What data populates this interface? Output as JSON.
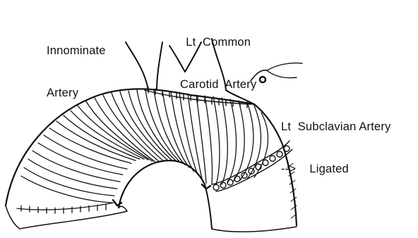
{
  "labels": {
    "innominate": [
      "Innominate",
      "Artery"
    ],
    "common_carotid": [
      "Lt  Common",
      "Carotid  Artery"
    ],
    "subclavian": [
      "Lt  Subclavian Artery",
      "-->    Ligated"
    ]
  },
  "colors": {
    "ink": "#111111",
    "paper": "#ffffff"
  }
}
